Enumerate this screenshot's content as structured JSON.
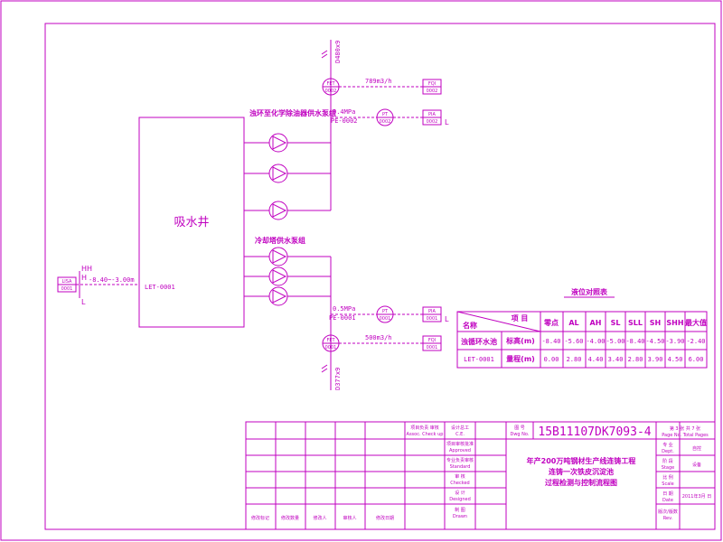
{
  "diagram": {
    "well_label": "吸水井",
    "pump_group1_title": "浊环至化学除油器供水泵组",
    "pump_group2_title": "冷却塔供水泵组",
    "left_tag_line1": "LISA",
    "left_tag_line2": "0001",
    "left_hh": "HH",
    "left_h": "H",
    "left_l": "L",
    "left_level_text": "-8.40~-3.00m",
    "left_let": "LET-0001",
    "pipe_top_label": "D480x9",
    "pipe_bottom_label": "D377x9",
    "fet_top_line1": "FET",
    "fet_top_line2": "0002",
    "fet_bottom_line1": "FET",
    "fet_bottom_line2": "0001",
    "flow_top": "789m3/h",
    "flow_bottom": "500m3/h",
    "fqi_top_line1": "FQI",
    "fqi_top_line2": "0002",
    "fqi_bottom_line1": "FQI",
    "fqi_bottom_line2": "0001",
    "pressure_top": "0.4MPa",
    "pressure_bottom": "0.5MPa",
    "pe_top": "PE-0002",
    "pe_bottom": "PE-0001",
    "pt_top_line1": "PT",
    "pt_top_line2": "0002",
    "pt_bottom_line1": "PT",
    "pt_bottom_line2": "0001",
    "pia_top_line1": "PIA",
    "pia_top_line2": "0002",
    "pia_bottom_line1": "PIA",
    "pia_bottom_line2": "0001",
    "pia_top_l": "L",
    "pia_bottom_l": "L"
  },
  "level_table": {
    "title": "液位对照表",
    "header_item": "项 目",
    "header_name": "名称",
    "columns": [
      "零点",
      "AL",
      "AH",
      "SL",
      "SLL",
      "SH",
      "SHH",
      "最大值"
    ],
    "row1_name": "浊循环水池",
    "row1_label": "标高(m)",
    "row1_values": [
      "-8.40",
      "-5.60",
      "-4.00",
      "-5.00",
      "-8.40",
      "-4.50",
      "-3.90",
      "-2.40"
    ],
    "row2_name": "LET-0001",
    "row2_label": "量程(m)",
    "row2_values": [
      "0.00",
      "2.80",
      "4.40",
      "3.40",
      "2.80",
      "3.90",
      "4.50",
      "6.00"
    ]
  },
  "title_block": {
    "drawing_no_label": "图 号",
    "drawing_no_label_en": "Dwg No.",
    "drawing_no": "15B11107DK7093-4",
    "sheet_text": "第 3 张 共 7 张",
    "sheet_label_en": "Page No.     Total Pages",
    "project_line1": "年产200万吨钢材生产线连铸工程",
    "project_line2": "连铸一次铁皮沉淀池",
    "project_line3": "过程检测与控制流程图",
    "major_label": "专 业",
    "major_label_en": "Dept.",
    "major_value": "自控",
    "stage_label": "阶 段",
    "stage_label_en": "Stage",
    "stage_value": "设备",
    "scale_label": "比 例",
    "scale_label_en": "Scale",
    "date_label": "日 期",
    "date_label_en": "Date",
    "date_value": "2011年3月 日",
    "version_label": "版次/版数",
    "version_label_en": "Rev.",
    "project_manager": "项目负责 审核",
    "project_manager_en": "Assoc. Check up",
    "chief_label": "设计总工",
    "chief_label_en": "C.E.",
    "approve_label": "项目审核批准",
    "approve_label_en": "Approved",
    "check_label": "专业负责审核",
    "check_label_en": "Standard",
    "review_label": "审 核",
    "review_label_en": "Checked",
    "design_label": "设 计",
    "design_label_en": "Designed",
    "draw_label": "制 图",
    "draw_label_en": "Drawn",
    "rev_cols": [
      "修改标记",
      "修改数量",
      "修改人",
      "审核人",
      "修改日期"
    ]
  }
}
